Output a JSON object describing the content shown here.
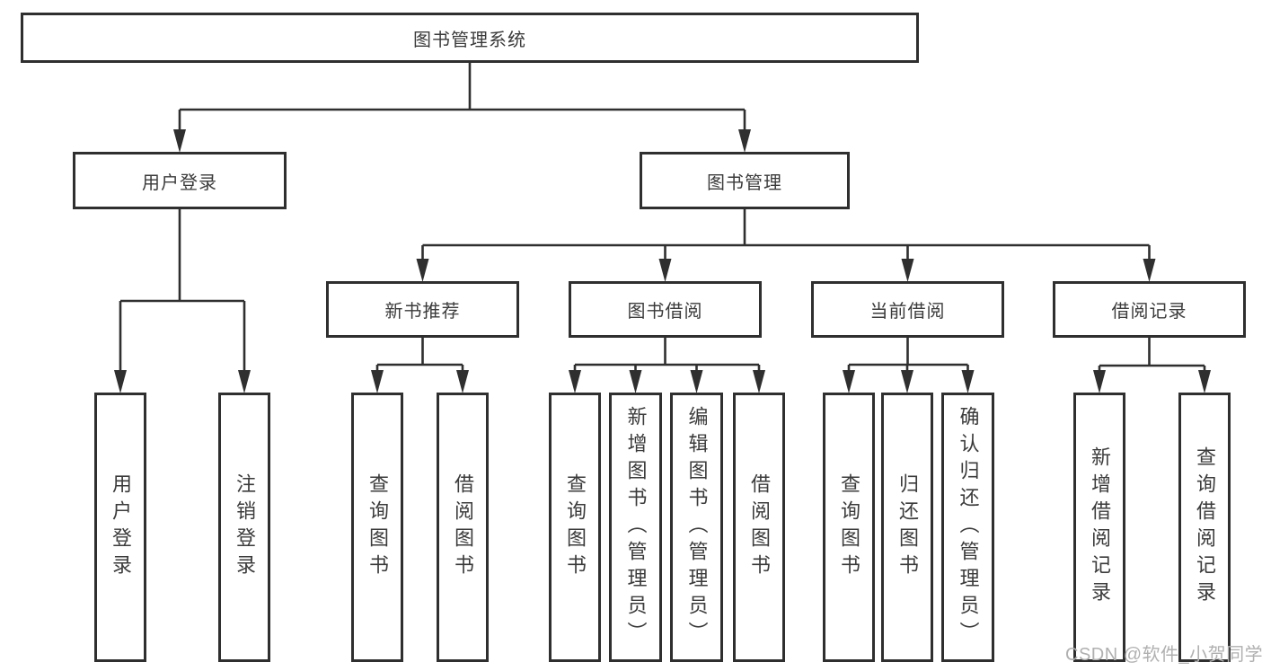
{
  "diagram": {
    "type": "tree",
    "title": "图书管理系统",
    "watermark": "CSDN @软件_小贺同学",
    "colors": {
      "line": "#2f2f2f",
      "box_border": "#2f2f2f",
      "text": "#3b3b3b",
      "watermark": "#b0b0b0",
      "background": "#ffffff"
    },
    "nodes": [
      {
        "id": "root",
        "label": "图书管理系统",
        "level": 0,
        "parent": null,
        "vertical": false
      },
      {
        "id": "user-login-group",
        "label": "用户登录",
        "level": 1,
        "parent": "root",
        "vertical": false
      },
      {
        "id": "book-mgmt",
        "label": "图书管理",
        "level": 1,
        "parent": "root",
        "vertical": false
      },
      {
        "id": "new-book-rec",
        "label": "新书推荐",
        "level": 2,
        "parent": "book-mgmt",
        "vertical": false
      },
      {
        "id": "book-borrow",
        "label": "图书借阅",
        "level": 2,
        "parent": "book-mgmt",
        "vertical": false
      },
      {
        "id": "current-borrow",
        "label": "当前借阅",
        "level": 2,
        "parent": "book-mgmt",
        "vertical": false
      },
      {
        "id": "borrow-records",
        "label": "借阅记录",
        "level": 2,
        "parent": "book-mgmt",
        "vertical": false
      },
      {
        "id": "leaf-user-login",
        "label": "用户登录",
        "level": 3,
        "parent": "user-login-group",
        "vertical": true
      },
      {
        "id": "leaf-logout",
        "label": "注销登录",
        "level": 3,
        "parent": "user-login-group",
        "vertical": true
      },
      {
        "id": "leaf-query-book-1",
        "label": "查询图书",
        "level": 3,
        "parent": "new-book-rec",
        "vertical": true
      },
      {
        "id": "leaf-borrow-book-1",
        "label": "借阅图书",
        "level": 3,
        "parent": "new-book-rec",
        "vertical": true
      },
      {
        "id": "leaf-query-book-2",
        "label": "查询图书",
        "level": 3,
        "parent": "book-borrow",
        "vertical": true
      },
      {
        "id": "leaf-add-book",
        "label": "新增图书（管理员）",
        "level": 3,
        "parent": "book-borrow",
        "vertical": true
      },
      {
        "id": "leaf-edit-book",
        "label": "编辑图书（管理员）",
        "level": 3,
        "parent": "book-borrow",
        "vertical": true
      },
      {
        "id": "leaf-borrow-book-2",
        "label": "借阅图书",
        "level": 3,
        "parent": "book-borrow",
        "vertical": true
      },
      {
        "id": "leaf-query-book-3",
        "label": "查询图书",
        "level": 3,
        "parent": "current-borrow",
        "vertical": true
      },
      {
        "id": "leaf-return-book",
        "label": "归还图书",
        "level": 3,
        "parent": "current-borrow",
        "vertical": true
      },
      {
        "id": "leaf-confirm-return",
        "label": "确认归还（管理员）",
        "level": 3,
        "parent": "current-borrow",
        "vertical": true
      },
      {
        "id": "leaf-add-borrow-record",
        "label": "新增借阅记录",
        "level": 3,
        "parent": "borrow-records",
        "vertical": true
      },
      {
        "id": "leaf-query-borrow-record",
        "label": "查询借阅记录",
        "level": 3,
        "parent": "borrow-records",
        "vertical": true
      }
    ]
  }
}
